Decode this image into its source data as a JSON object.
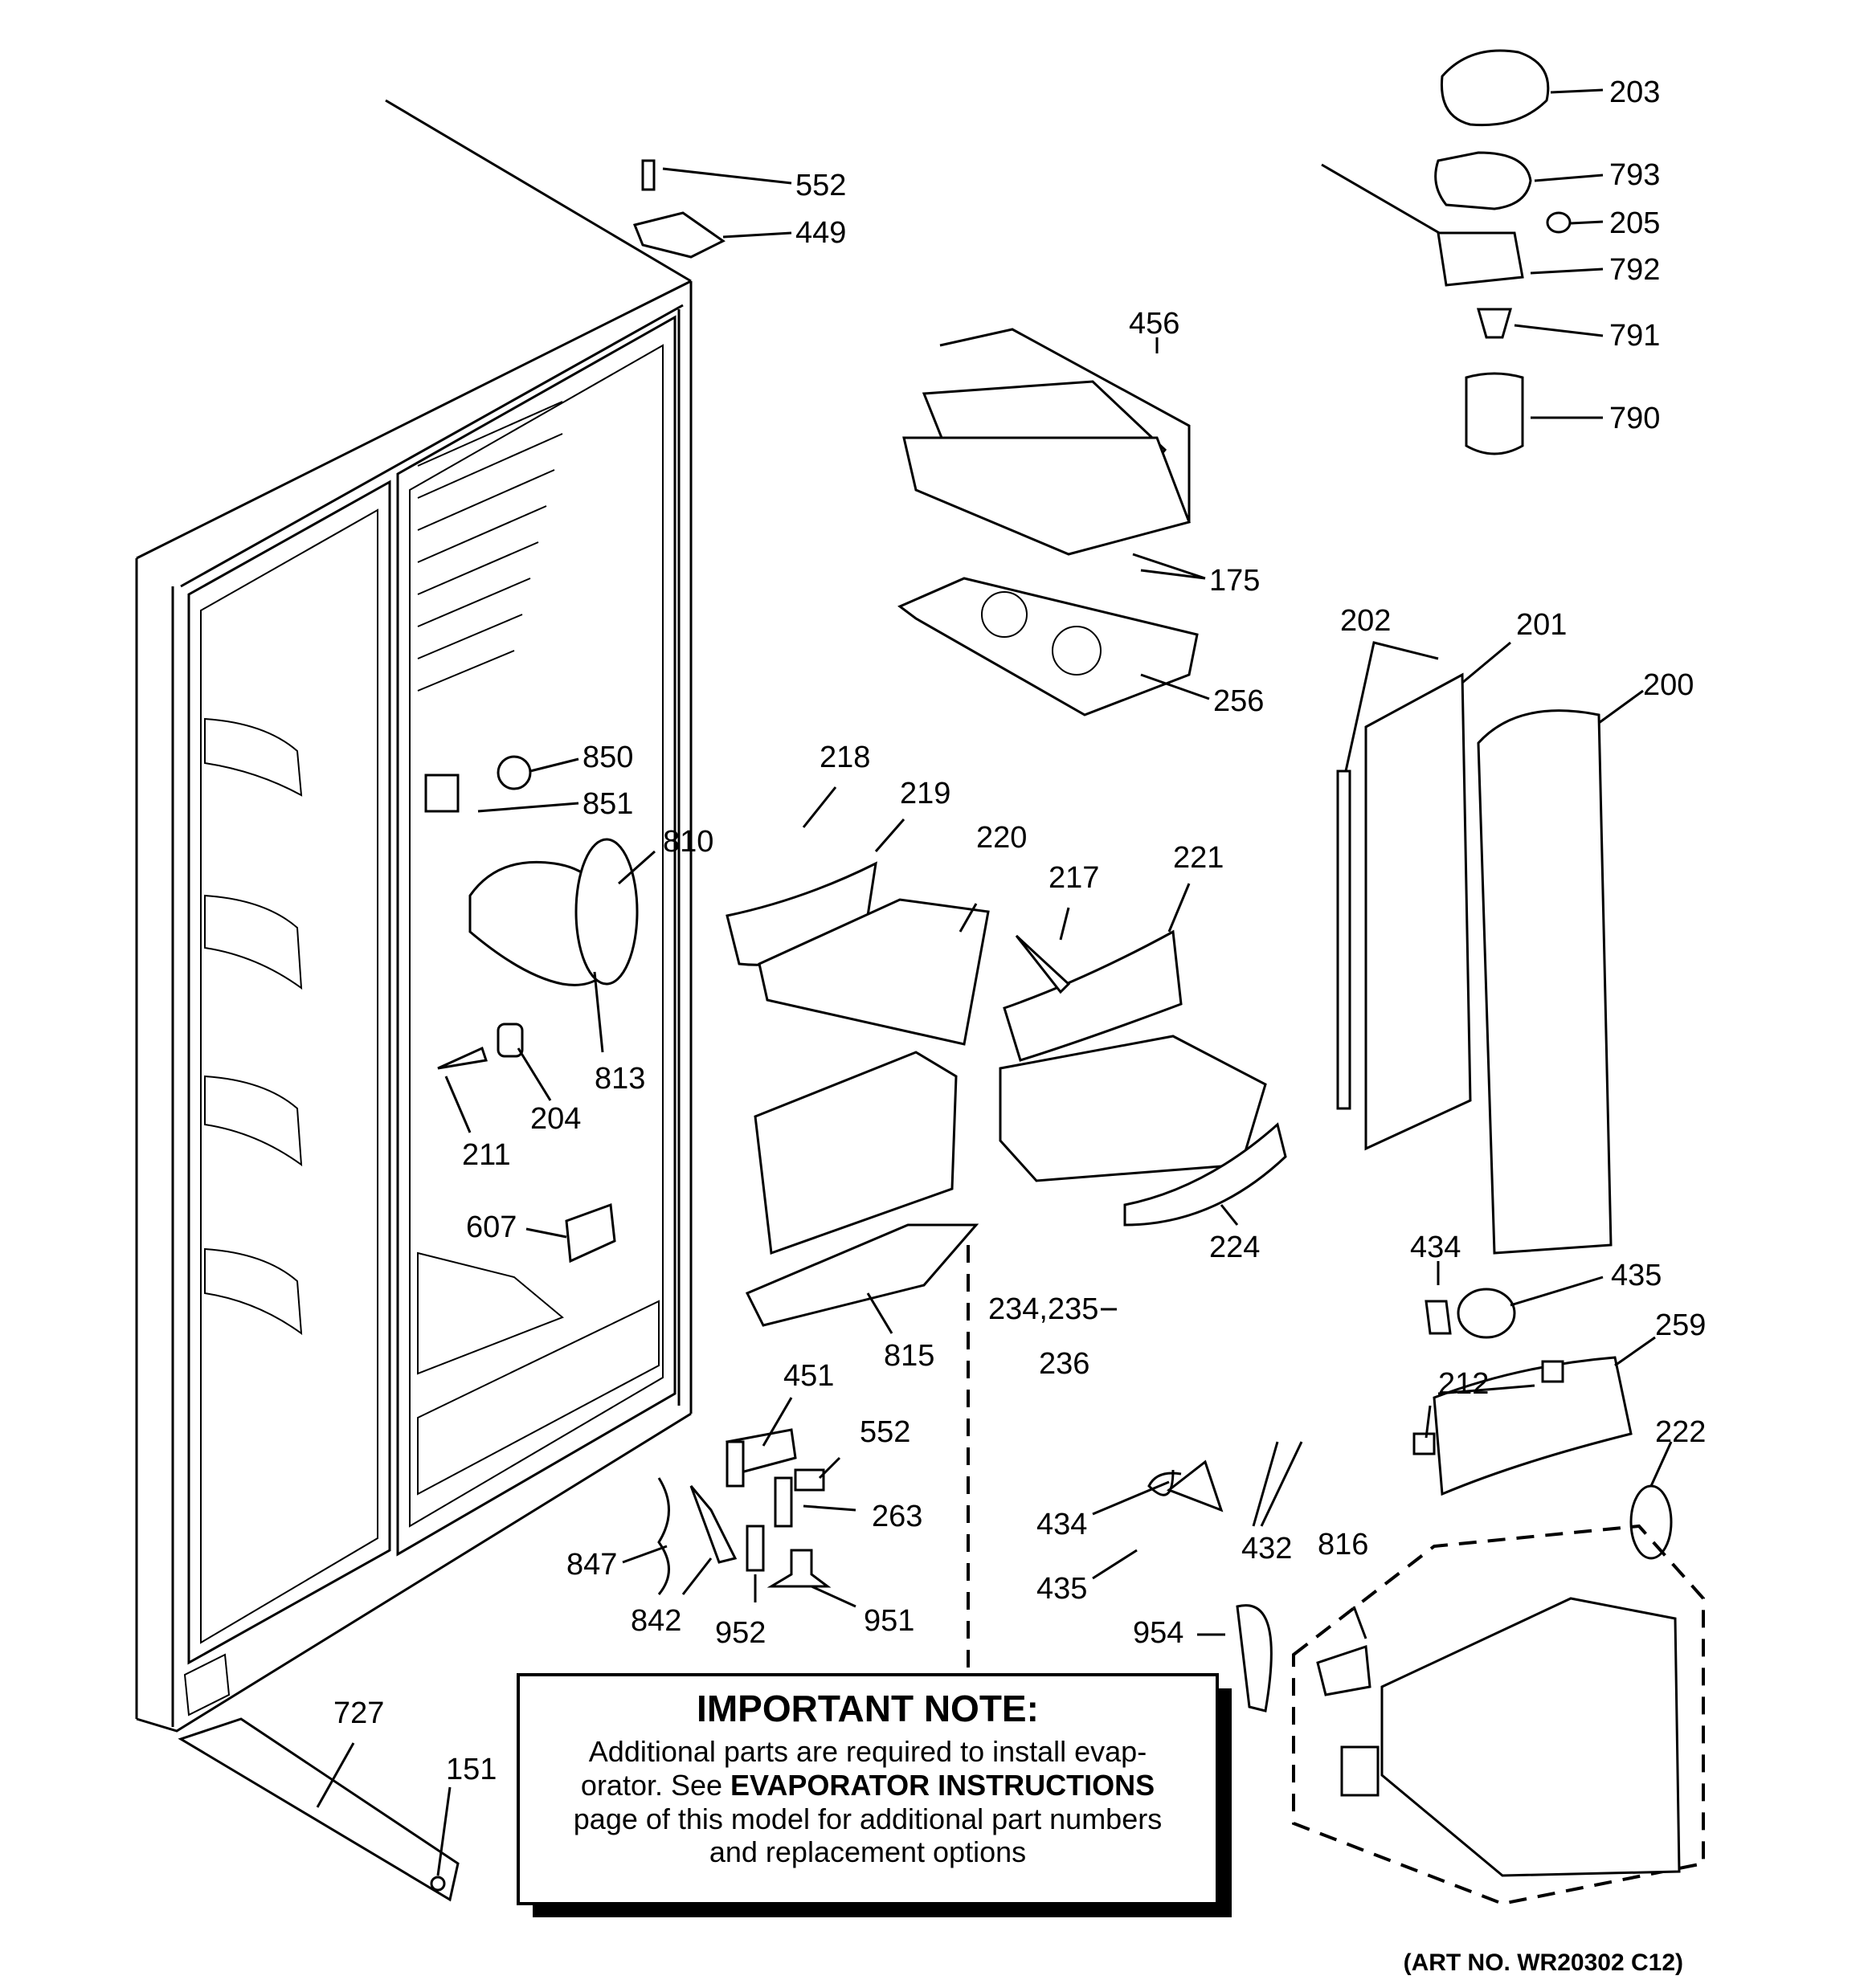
{
  "callouts": {
    "c203": "203",
    "c793": "793",
    "c205": "205",
    "c792": "792",
    "c791": "791",
    "c790": "790",
    "c552a": "552",
    "c449": "449",
    "c456": "456",
    "c175": "175",
    "c256": "256",
    "c202": "202",
    "c201": "201",
    "c200": "200",
    "c850": "850",
    "c851": "851",
    "c810": "810",
    "c813": "813",
    "c204": "204",
    "c211": "211",
    "c607": "607",
    "c218": "218",
    "c219": "219",
    "c220": "220",
    "c217": "217",
    "c221": "221",
    "c224": "224",
    "c815": "815",
    "c434a": "434",
    "c435a": "435",
    "c259": "259",
    "c212": "212",
    "c222": "222",
    "c234": "234,235",
    "c236": "236",
    "c451": "451",
    "c552b": "552",
    "c263": "263",
    "c847": "847",
    "c842": "842",
    "c952": "952",
    "c951": "951",
    "c434b": "434",
    "c435b": "435",
    "c432": "432",
    "c816": "816",
    "c954": "954",
    "c727": "727",
    "c151": "151"
  },
  "note": {
    "title": "IMPORTANT NOTE:",
    "line1": "Additional parts are required to install evap-",
    "line2_pre": "orator.  See ",
    "line2_bold": "EVAPORATOR INSTRUCTIONS",
    "line3": "page of this model for additional part numbers",
    "line4": "and replacement options"
  },
  "art_number": "(ART NO. WR20302 C12)"
}
